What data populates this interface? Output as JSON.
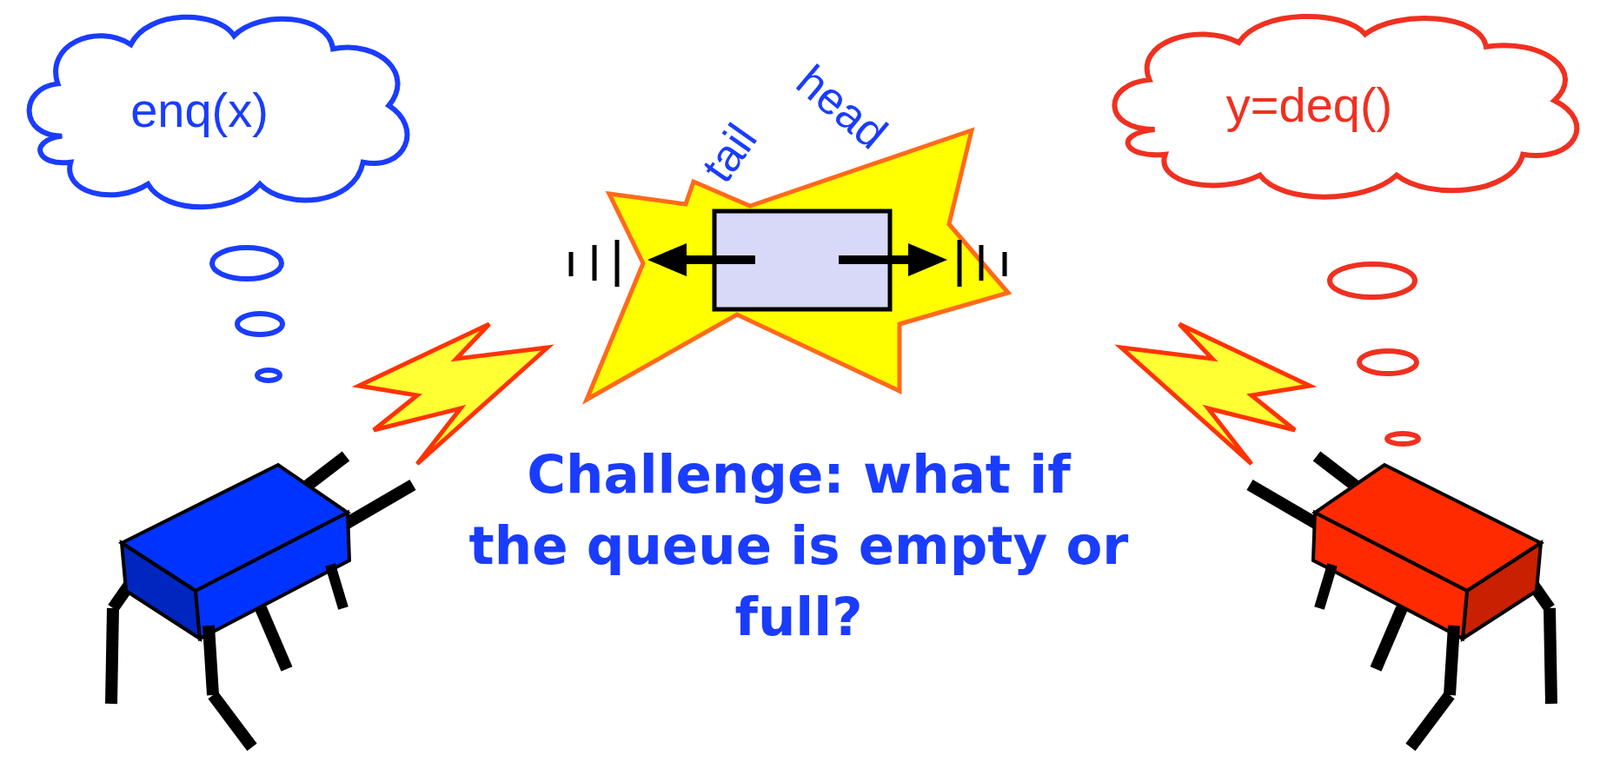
{
  "diagram": {
    "nodes": [
      {
        "text": [
          "enq(x)"
        ]
      },
      {
        "text": [
          "y=deq()"
        ]
      }
    ],
    "labels": [
      "tail",
      "head",
      "Challenge: what if the queue is empty or full?"
    ]
  }
}
